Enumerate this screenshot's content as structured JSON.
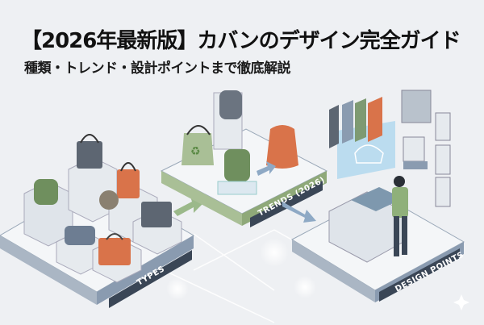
{
  "header": {
    "title": "【2026年最新版】カバンのデザイン完全ガイド",
    "subtitle": "種類・トレンド・設計ポイントまで徹底解説"
  },
  "sections": {
    "types": {
      "label": "TYPES"
    },
    "trends": {
      "label": "TRENDS (2026)"
    },
    "design": {
      "label": "DESIGN POINTS"
    }
  },
  "colors": {
    "background": "#eef0f3",
    "platform_top": "#f4f6f8",
    "platform_edge": "#8a9bb0",
    "trends_edge": "#8fa979",
    "label_bar": "#3a4656",
    "bag_orange": "#d9734a",
    "bag_green": "#6f8f5e",
    "bag_gray": "#5d6672",
    "hologram": "#a9d6ee"
  }
}
